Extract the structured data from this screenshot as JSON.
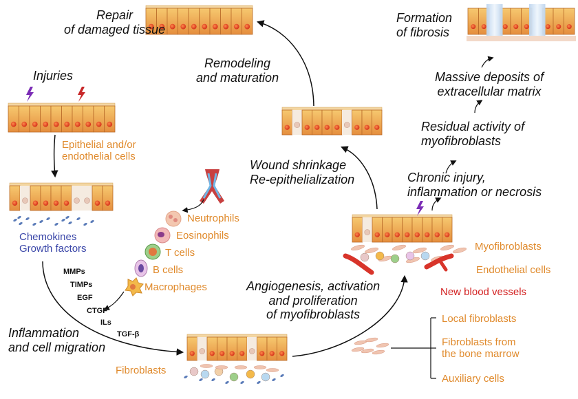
{
  "labels": {
    "repair": "Repair\nof damaged tissue",
    "remodeling": "Remodeling\nand maturation",
    "injuries": "Injuries",
    "epithelial": "Epithelial and/or\nendothelial cells",
    "chemokines": "Chemokines\nGrowth factors",
    "wound": "Wound shrinkage\nRe-epithelialization",
    "angiogenesis": "Angiogenesis, activation\nand proliferation\nof myofibroblasts",
    "inflammation": "Inflammation\nand cell migration",
    "fibroblasts": "Fibroblasts",
    "formation": "Formation\nof fibrosis",
    "massive": "Massive deposits of\nextracellular matrix",
    "residual": "Residual activity of\nmyofibroblasts",
    "chronic": "Chronic injury,\ninflammation or necrosis"
  },
  "immune_cells": [
    "Neutrophils",
    "Eosinophils",
    "T cells",
    "B cells",
    "Macrophages"
  ],
  "molecules": [
    "MMPs",
    "TIMPs",
    "EGF",
    "CTGF",
    "ILs",
    "TGF-β"
  ],
  "right_cells": {
    "myofibroblasts": "Myofibroblasts",
    "endothelial": "Endothelial cells",
    "vessels": "New blood vessels"
  },
  "sources": [
    "Local fibroblasts",
    "Fibroblasts from\nthe bone marrow",
    "Auxiliary cells"
  ],
  "colors": {
    "cell_top": "#f6c86f",
    "cell_bottom": "#e58e3e",
    "nucleus": "#e0401f",
    "label_orange": "#e08a2c",
    "label_blue": "#3a46a8",
    "label_red": "#d21e1e"
  }
}
